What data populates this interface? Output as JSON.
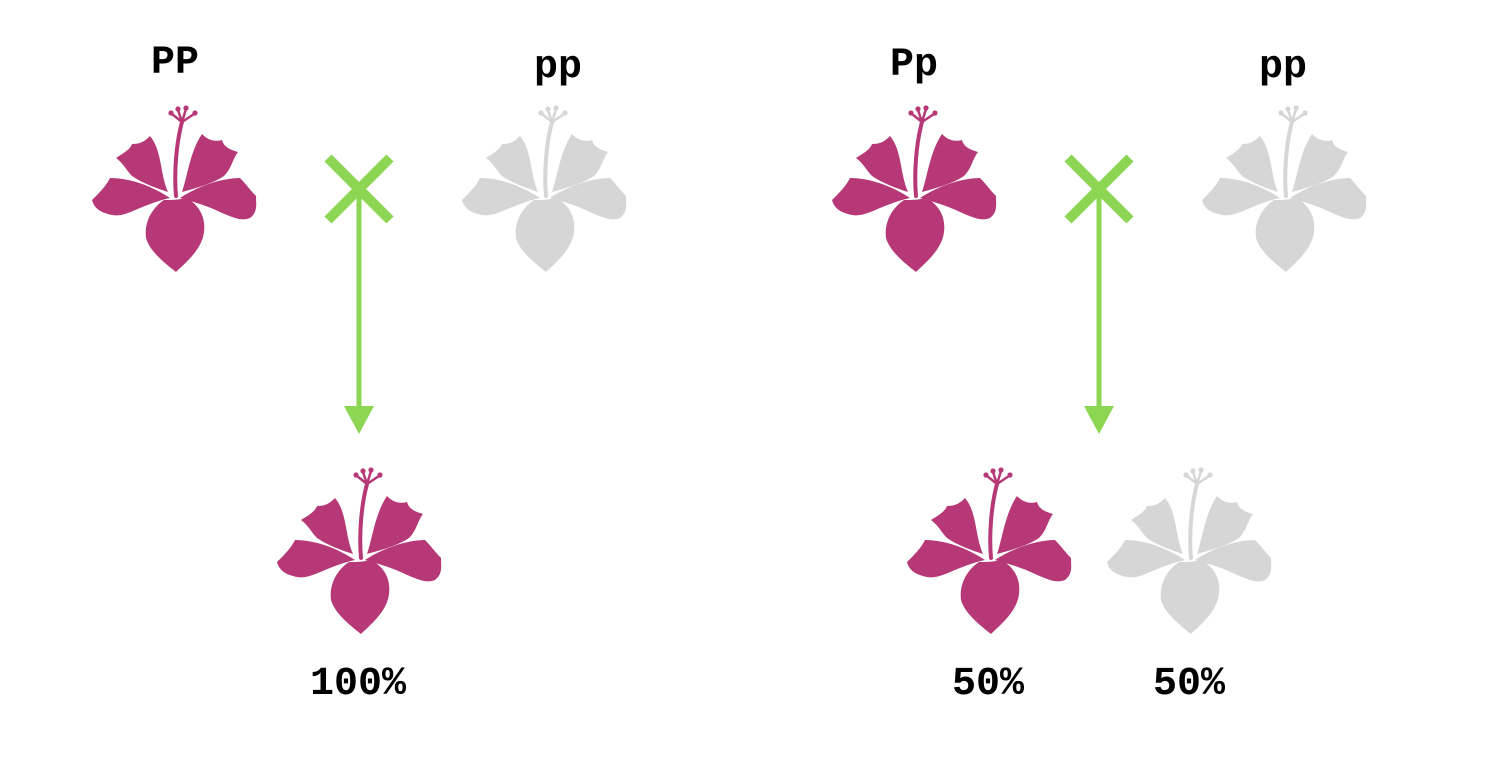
{
  "colors": {
    "dominant": "#b63876",
    "recessive": "#d6d6d6",
    "arrow": "#8cd653",
    "text": "#000000"
  },
  "crosses": [
    {
      "parent1": {
        "genotype": "PP",
        "phenotype": "purple-flower-icon"
      },
      "parent2": {
        "genotype": "pp",
        "phenotype": "white-flower-icon"
      },
      "offspring": [
        {
          "phenotype": "purple-flower-icon",
          "percent": "100%"
        }
      ]
    },
    {
      "parent1": {
        "genotype": "Pp",
        "phenotype": "purple-flower-icon"
      },
      "parent2": {
        "genotype": "pp",
        "phenotype": "white-flower-icon"
      },
      "offspring": [
        {
          "phenotype": "purple-flower-icon",
          "percent": "50%"
        },
        {
          "phenotype": "white-flower-icon",
          "percent": "50%"
        }
      ]
    }
  ]
}
